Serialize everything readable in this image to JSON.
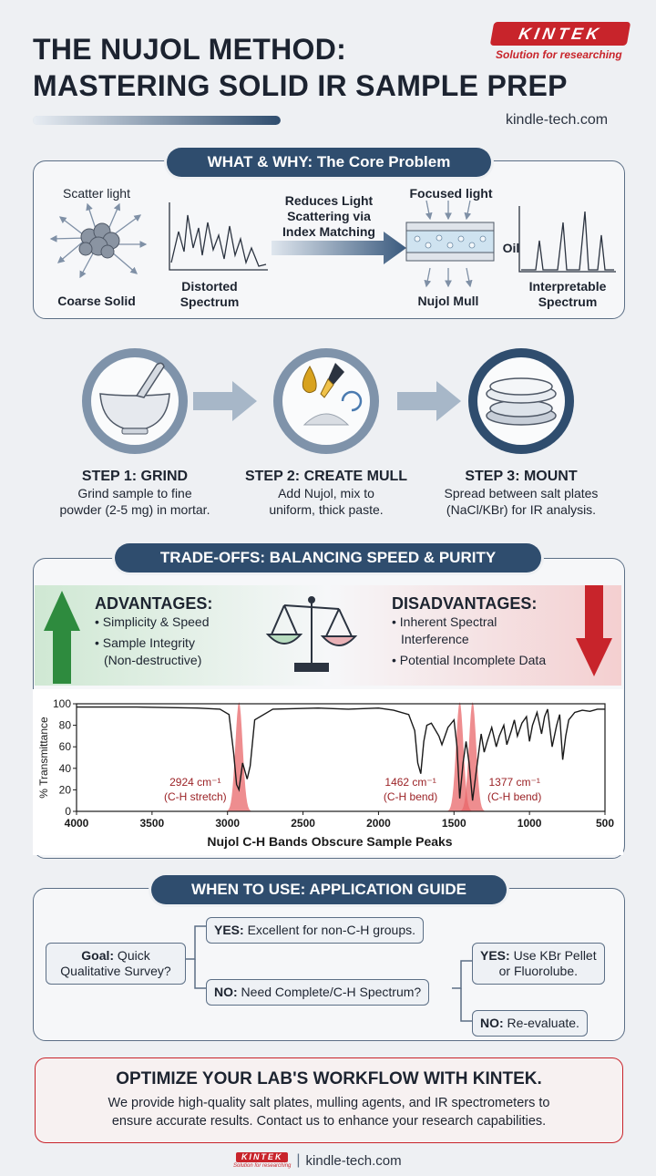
{
  "header": {
    "title_line1": "THE NUJOL METHOD:",
    "title_line2": "MASTERING SOLID IR SAMPLE PREP",
    "logo_text": "KINTEK",
    "logo_tagline": "Solution for researching",
    "site": "kindle-tech.com",
    "progress": 1.0
  },
  "what_why": {
    "title": "WHAT & WHY: The Core Problem",
    "scatter_label": "Scatter light",
    "solid_label": "Coarse Solid",
    "distorted_line1": "Distorted",
    "distorted_line2": "Spectrum",
    "arrow_line1": "Reduces Light",
    "arrow_line2": "Scattering via",
    "arrow_line3": "Index Matching",
    "focused_label": "Focused light",
    "oil_label": "Oil",
    "mull_label": "Nujol Mull",
    "interp_line1": "Interpretable",
    "interp_line2": "Spectrum"
  },
  "steps": [
    {
      "title": "STEP 1: GRIND",
      "desc_line1": "Grind sample to fine",
      "desc_line2": "powder (2-5 mg) in mortar."
    },
    {
      "title": "STEP 2: CREATE MULL",
      "desc_line1": "Add Nujol, mix to",
      "desc_line2": "uniform, thick paste."
    },
    {
      "title": "STEP 3: MOUNT",
      "desc_line1": "Spread between salt plates",
      "desc_line2": "(NaCl/KBr) for IR analysis."
    }
  ],
  "tradeoffs": {
    "title": "TRADE-OFFS: BALANCING SPEED & PURITY",
    "adv_title": "ADVANTAGES:",
    "adv_1": "• Simplicity & Speed",
    "adv_2": "• Sample Integrity",
    "adv_2b": "(Non-destructive)",
    "dis_title": "DISADVANTAGES:",
    "dis_1": "• Inherent Spectral",
    "dis_1b": "Interference",
    "dis_2": "• Potential Incomplete Data"
  },
  "chart_data": {
    "type": "line",
    "title": "Nujol C-H Bands Obscure Sample Peaks",
    "ylabel": "% Transmittance",
    "xlabel": "",
    "xlim": [
      4000,
      500
    ],
    "ylim": [
      0,
      100
    ],
    "xticks": [
      "4000",
      "3500",
      "3000",
      "2500",
      "2000",
      "1500",
      "1000",
      "500"
    ],
    "yticks": [
      "100",
      "80",
      "60",
      "40",
      "20",
      "0"
    ],
    "x": [
      4000,
      3600,
      3200,
      3050,
      2990,
      2960,
      2940,
      2924,
      2900,
      2870,
      2850,
      2820,
      2700,
      2400,
      2200,
      2000,
      1900,
      1800,
      1760,
      1740,
      1720,
      1700,
      1680,
      1650,
      1600,
      1580,
      1540,
      1500,
      1480,
      1462,
      1440,
      1420,
      1400,
      1377,
      1350,
      1320,
      1300,
      1280,
      1250,
      1220,
      1200,
      1170,
      1150,
      1120,
      1100,
      1080,
      1050,
      1020,
      1000,
      980,
      950,
      920,
      900,
      880,
      850,
      820,
      800,
      780,
      760,
      740,
      700,
      650,
      600,
      550,
      500
    ],
    "y": [
      97,
      97,
      96,
      95,
      90,
      55,
      25,
      20,
      45,
      30,
      42,
      85,
      95,
      96,
      95,
      96,
      94,
      90,
      75,
      45,
      35,
      65,
      80,
      82,
      70,
      62,
      78,
      85,
      60,
      12,
      45,
      65,
      45,
      10,
      40,
      72,
      55,
      65,
      78,
      60,
      70,
      80,
      62,
      75,
      85,
      70,
      82,
      88,
      65,
      80,
      92,
      72,
      88,
      95,
      60,
      80,
      90,
      48,
      70,
      85,
      92,
      94,
      93,
      95,
      95
    ],
    "annotations": [
      {
        "x": 2924,
        "line1": "2924 cm⁻¹",
        "line2": "(C-H stretch)"
      },
      {
        "x": 1462,
        "line1": "1462 cm⁻¹",
        "line2": "(C-H bend)"
      },
      {
        "x": 1377,
        "line1": "1377 cm⁻¹",
        "line2": "(C-H bend)"
      }
    ],
    "highlight_bands": [
      2924,
      1462,
      1377
    ],
    "colors": {
      "line": "#1a1a1a",
      "band": "#e8676a"
    }
  },
  "guide": {
    "title": "WHEN TO USE: APPLICATION GUIDE",
    "goal_bold": "Goal:",
    "goal_line1": " Quick",
    "goal_line2": "Qualitative Survey?",
    "yes1_bold": "YES:",
    "yes1": " Excellent for non-C-H groups.",
    "no1_bold": "NO:",
    "no1": " Need Complete/C-H Spectrum?",
    "yes2_bold": "YES:",
    "yes2_line1": " Use KBr Pellet",
    "yes2_line2": "or Fluorolube.",
    "no2_bold": "NO:",
    "no2": " Re-evaluate."
  },
  "cta": {
    "title": "OPTIMIZE YOUR LAB'S WORKFLOW WITH KINTEK.",
    "body_line1": "We provide high-quality salt plates, mulling agents, and IR spectrometers to",
    "body_line2": "ensure accurate results. Contact us to enhance your research capabilities."
  },
  "footer": {
    "logo_text": "KINTEK",
    "logo_tagline": "Solution for researching",
    "separator": "|",
    "site": "kindle-tech.com"
  },
  "colors": {
    "navy": "#2f4d6e",
    "red": "#c8242b",
    "green": "#2e8b3e"
  }
}
